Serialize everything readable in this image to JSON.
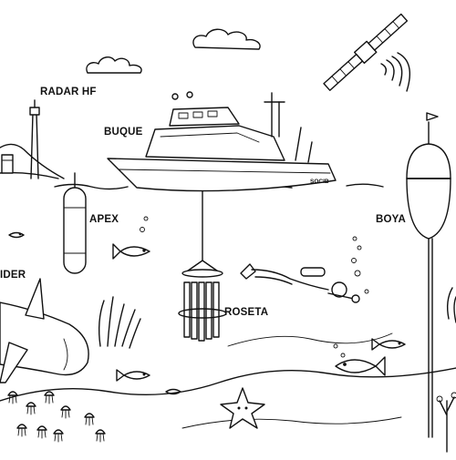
{
  "labels": {
    "radar": "RADAR HF",
    "boat": "BUQUE",
    "apex": "APEX",
    "buoy": "BOYA",
    "glider": "IDER",
    "rosette": "ROSETA",
    "boat_tag": "SOCIB"
  },
  "colors": {
    "ink": "#111111",
    "paper": "#ffffff"
  }
}
